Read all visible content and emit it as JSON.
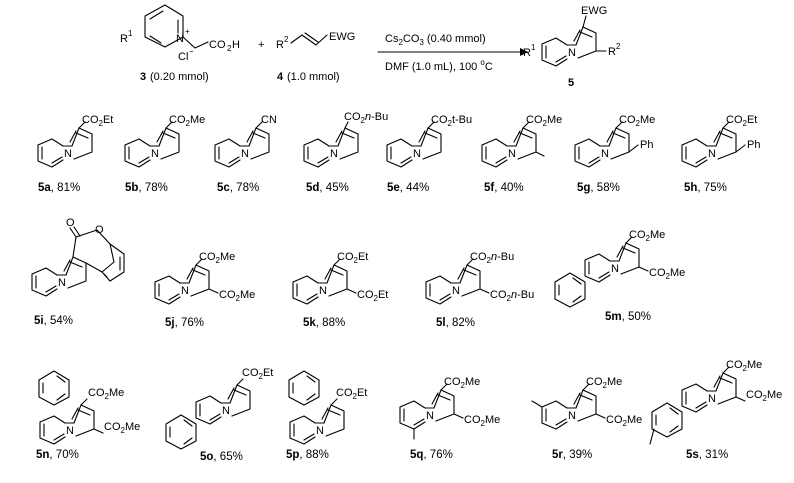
{
  "reaction": {
    "reactant1": {
      "r_label": "R",
      "r_sup": "1",
      "n_plus": "N",
      "plus_sign": "+",
      "acid": "CO",
      "acid_sub": "2",
      "acid_tail": "H",
      "counterion": "Cl",
      "counterion_sign": "−",
      "id": "3",
      "amount": "(0.20 mmol)"
    },
    "plus": "+",
    "reactant2": {
      "r_label": "R",
      "r_sup": "2",
      "ewg": "EWG",
      "id": "4",
      "amount": "(1.0 mmol)"
    },
    "conditions": {
      "base_main": "Cs",
      "base_sub1": "2",
      "base_mid": "CO",
      "base_sub2": "3",
      "base_amount": "(0.40 mmol)",
      "solvent": "DMF (1.0 mL), 100 ",
      "temp_sup": "o",
      "temp_unit": "C"
    },
    "product": {
      "ewg": "EWG",
      "r1": "R",
      "r1_sup": "1",
      "r2": "R",
      "r2_sup": "2",
      "n": "N",
      "id": "5"
    }
  },
  "compounds": [
    {
      "id": "5a",
      "yield": ", 81%",
      "sub_a": "CO",
      "sub_b": "2",
      "sub_c": "Et"
    },
    {
      "id": "5b",
      "yield": ", 78%",
      "sub_a": "CO",
      "sub_b": "2",
      "sub_c": "Me"
    },
    {
      "id": "5c",
      "yield": ", 78%",
      "sub_a": "CN",
      "sub_b": "",
      "sub_c": ""
    },
    {
      "id": "5d",
      "yield": ", 45%",
      "sub_a": "CO",
      "sub_b": "2",
      "sub_c": "n",
      "sub_d": "-Bu"
    },
    {
      "id": "5e",
      "yield": ", 44%",
      "sub_a": "CO",
      "sub_b": "2",
      "sub_c": "t-Bu"
    },
    {
      "id": "5f",
      "yield": ", 40%",
      "sub_a": "CO",
      "sub_b": "2",
      "sub_c": "Me"
    },
    {
      "id": "5g",
      "yield": ", 58%",
      "sub_a": "CO",
      "sub_b": "2",
      "sub_c": "Me",
      "sub2": "Ph"
    },
    {
      "id": "5h",
      "yield": ", 75%",
      "sub_a": "CO",
      "sub_b": "2",
      "sub_c": "Et",
      "sub2": "Ph"
    },
    {
      "id": "5i",
      "yield": ", 54%",
      "o_top": "O",
      "o_ring": "O"
    },
    {
      "id": "5j",
      "yield": ", 76%",
      "sub_a": "CO",
      "sub_b": "2",
      "sub_c": "Me",
      "sub2_a": "CO",
      "sub2_b": "2",
      "sub2_c": "Me"
    },
    {
      "id": "5k",
      "yield": ", 88%",
      "sub_a": "CO",
      "sub_b": "2",
      "sub_c": "Et",
      "sub2_a": "CO",
      "sub2_b": "2",
      "sub2_c": "Et"
    },
    {
      "id": "5l",
      "yield": ", 82%",
      "sub_a": "CO",
      "sub_b": "2",
      "sub_c": "n",
      "sub_d": "-Bu",
      "sub2_a": "CO",
      "sub2_b": "2",
      "sub2_c": "n",
      "sub2_d": "-Bu"
    },
    {
      "id": "5m",
      "yield": ", 50%",
      "sub_a": "CO",
      "sub_b": "2",
      "sub_c": "Me",
      "sub2_a": "CO",
      "sub2_b": "2",
      "sub2_c": "Me"
    },
    {
      "id": "5n",
      "yield": ", 70%",
      "sub_a": "CO",
      "sub_b": "2",
      "sub_c": "Me",
      "sub2_a": "CO",
      "sub2_b": "2",
      "sub2_c": "Me"
    },
    {
      "id": "5o",
      "yield": ", 65%",
      "sub_a": "CO",
      "sub_b": "2",
      "sub_c": "Et"
    },
    {
      "id": "5p",
      "yield": ", 88%",
      "sub_a": "CO",
      "sub_b": "2",
      "sub_c": "Et"
    },
    {
      "id": "5q",
      "yield": ", 76%",
      "sub_a": "CO",
      "sub_b": "2",
      "sub_c": "Me",
      "sub2_a": "CO",
      "sub2_b": "2",
      "sub2_c": "Me"
    },
    {
      "id": "5r",
      "yield": ", 39%",
      "sub_a": "CO",
      "sub_b": "2",
      "sub_c": "Me",
      "sub2_a": "CO",
      "sub2_b": "2",
      "sub2_c": "Me"
    },
    {
      "id": "5s",
      "yield": ", 31%",
      "sub_a": "CO",
      "sub_b": "2",
      "sub_c": "Me",
      "sub2_a": "CO",
      "sub2_b": "2",
      "sub2_c": "Me"
    }
  ],
  "atom_n": "N"
}
